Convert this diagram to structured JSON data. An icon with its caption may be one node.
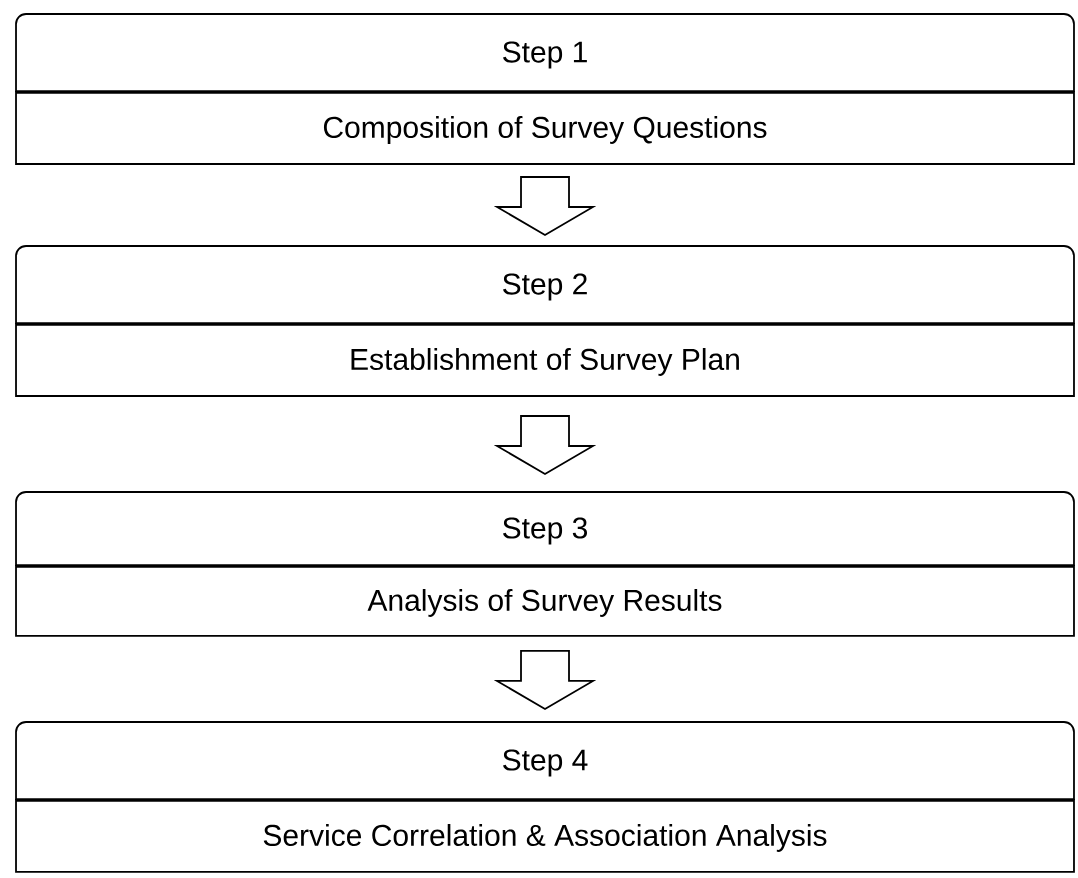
{
  "diagram": {
    "nodes": [
      {
        "text": [
          "Step 1",
          "Composition of Survey Questions"
        ]
      },
      {
        "text": [
          "Step 2",
          "Establishment of Survey Plan"
        ]
      },
      {
        "text": [
          "Step 3",
          "Analysis of Survey Results"
        ]
      },
      {
        "text": [
          "Step 4",
          "Service Correlation & Association Analysis"
        ]
      }
    ],
    "edges": [
      {
        "from": 0,
        "to": 1,
        "arrow": "to"
      },
      {
        "from": 1,
        "to": 2,
        "arrow": "to"
      },
      {
        "from": 2,
        "to": 3,
        "arrow": "to"
      }
    ]
  }
}
